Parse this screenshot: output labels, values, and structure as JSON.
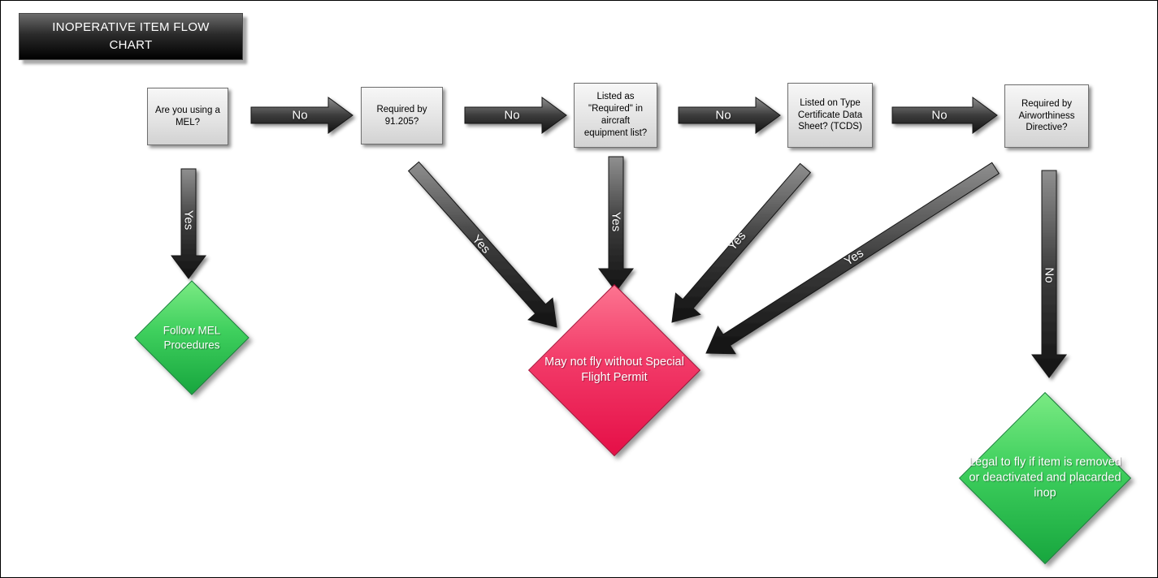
{
  "page": {
    "title": "INOPERATIVE ITEM FLOW CHART"
  },
  "nodes": {
    "questions": [
      {
        "id": "q1",
        "label": "Are you using a MEL?"
      },
      {
        "id": "q2",
        "label": "Required by 91.205?"
      },
      {
        "id": "q3",
        "label": "Listed as \"Required\" in aircraft equipment list?"
      },
      {
        "id": "q4",
        "label": "Listed on Type Certificate Data Sheet? (TCDS)"
      },
      {
        "id": "q5",
        "label": "Required by Airworthiness Directive?"
      }
    ],
    "outcomes": [
      {
        "id": "follow-mel",
        "label": "Follow MEL Procedures",
        "color": "#2fbf52"
      },
      {
        "id": "no-permit",
        "label": "May not fly without Special Flight Permit",
        "color": "#ef2a5b"
      },
      {
        "id": "legal",
        "label": "Legal to fly if item is removed or deactivated and placarded inop",
        "color": "#2fbf52"
      }
    ]
  },
  "edges": [
    {
      "from": "q1",
      "to": "q2",
      "label": "No"
    },
    {
      "from": "q2",
      "to": "q3",
      "label": "No"
    },
    {
      "from": "q3",
      "to": "q4",
      "label": "No"
    },
    {
      "from": "q4",
      "to": "q5",
      "label": "No"
    },
    {
      "from": "q1",
      "to": "follow-mel",
      "label": "Yes"
    },
    {
      "from": "q2",
      "to": "no-permit",
      "label": "Yes"
    },
    {
      "from": "q3",
      "to": "no-permit",
      "label": "Yes"
    },
    {
      "from": "q4",
      "to": "no-permit",
      "label": "Yes"
    },
    {
      "from": "q5",
      "to": "no-permit",
      "label": "Yes"
    },
    {
      "from": "q5",
      "to": "legal",
      "label": "No"
    }
  ]
}
